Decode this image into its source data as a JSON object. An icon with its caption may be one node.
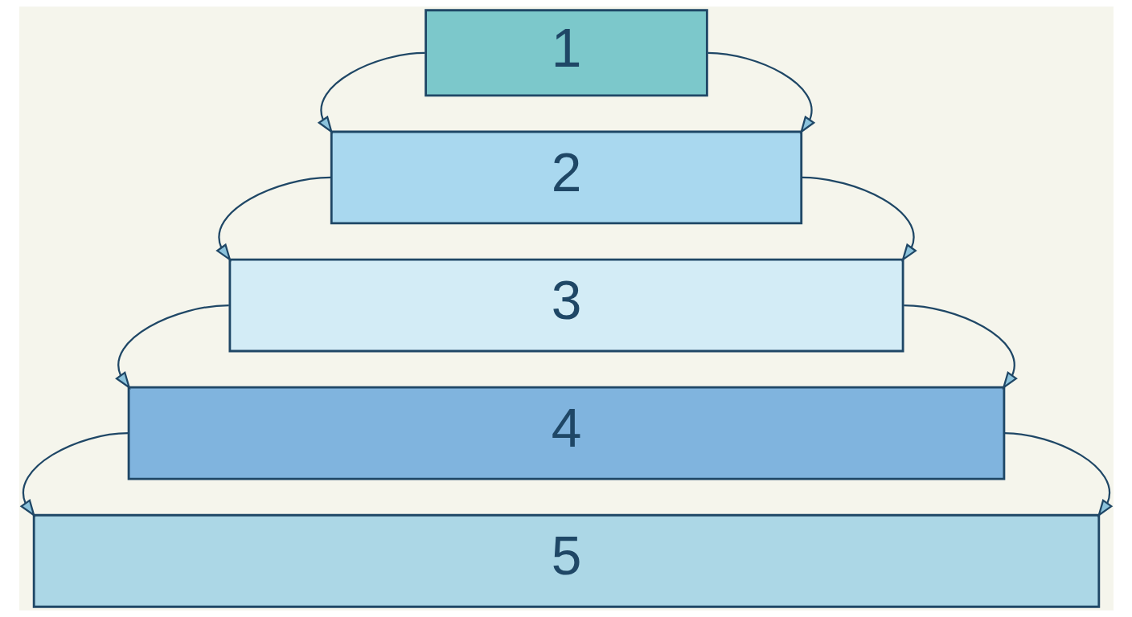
{
  "diagram": {
    "nodes": [
      {
        "text": [
          "1"
        ]
      },
      {
        "text": [
          "2"
        ]
      },
      {
        "text": [
          "3"
        ]
      },
      {
        "text": [
          "4"
        ]
      },
      {
        "text": [
          "5"
        ]
      }
    ],
    "edges": [
      {
        "from": 0,
        "to": 1,
        "arrow": "to"
      },
      {
        "from": 0,
        "to": 1,
        "arrow": "to"
      },
      {
        "from": 1,
        "to": 2,
        "arrow": "to"
      },
      {
        "from": 1,
        "to": 2,
        "arrow": "to"
      },
      {
        "from": 2,
        "to": 3,
        "arrow": "to"
      },
      {
        "from": 2,
        "to": 3,
        "arrow": "to"
      },
      {
        "from": 3,
        "to": 4,
        "arrow": "to"
      },
      {
        "from": 3,
        "to": 4,
        "arrow": "to"
      }
    ]
  }
}
